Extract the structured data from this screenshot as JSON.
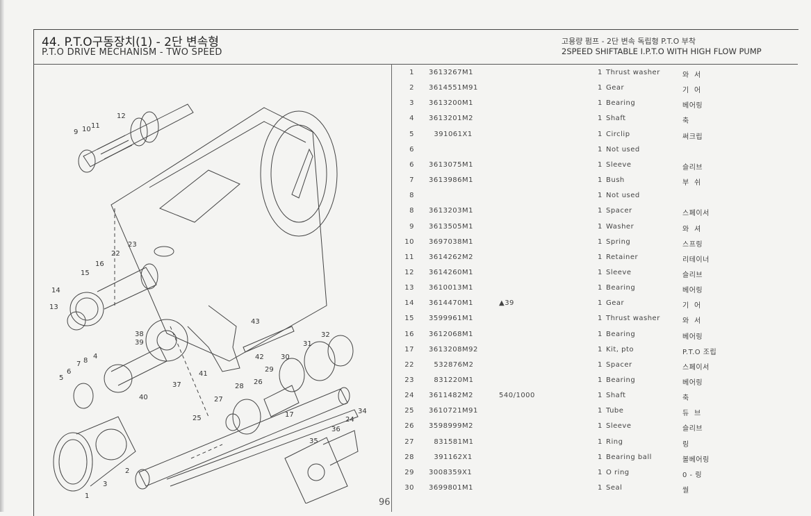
{
  "header": {
    "title_ko": "44. P.T.O구동장치(1) - 2단 변속형",
    "title_en": "P.T.O DRIVE MECHANISM - TWO SPEED",
    "subtitle_ko": "고용량 펌프 - 2단 변속 독립형 P.T.O 부착",
    "subtitle_en": "2SPEED SHIFTABLE I.P.T.O WITH HIGH FLOW PUMP"
  },
  "parts": [
    {
      "ref": "1",
      "part": "3613267M1",
      "note": "",
      "qty": "1",
      "desc": "Thrust washer",
      "kor": "와  서"
    },
    {
      "ref": "2",
      "part": "3614551M91",
      "note": "",
      "qty": "1",
      "desc": "Gear",
      "kor": "기  어"
    },
    {
      "ref": "3",
      "part": "3613200M1",
      "note": "",
      "qty": "1",
      "desc": "Bearing",
      "kor": "베어링"
    },
    {
      "ref": "4",
      "part": "3613201M2",
      "note": "",
      "qty": "1",
      "desc": "Shaft",
      "kor": "축"
    },
    {
      "ref": "5",
      "part": "  391061X1",
      "note": "",
      "qty": "1",
      "desc": "Circlip",
      "kor": "써크립"
    },
    {
      "ref": "6",
      "part": "",
      "note": "",
      "qty": "1",
      "desc": "Not used",
      "kor": ""
    },
    {
      "ref": "6",
      "part": "3613075M1",
      "note": "",
      "qty": "1",
      "desc": "Sleeve",
      "kor": "슬리브"
    },
    {
      "ref": "7",
      "part": "3613986M1",
      "note": "",
      "qty": "1",
      "desc": "Bush",
      "kor": "부  쉬"
    },
    {
      "ref": "8",
      "part": "",
      "note": "",
      "qty": "1",
      "desc": "Not used",
      "kor": ""
    },
    {
      "ref": "8",
      "part": "3613203M1",
      "note": "",
      "qty": "1",
      "desc": "Spacer",
      "kor": "스페이서"
    },
    {
      "ref": "9",
      "part": "3613505M1",
      "note": "",
      "qty": "1",
      "desc": "Washer",
      "kor": "와  셔"
    },
    {
      "ref": "10",
      "part": "3697038M1",
      "note": "",
      "qty": "1",
      "desc": "Spring",
      "kor": "스프링"
    },
    {
      "ref": "11",
      "part": "3614262M2",
      "note": "",
      "qty": "1",
      "desc": "Retainer",
      "kor": "리테이너"
    },
    {
      "ref": "12",
      "part": "3614260M1",
      "note": "",
      "qty": "1",
      "desc": "Sleeve",
      "kor": "슬리브"
    },
    {
      "ref": "13",
      "part": "3610013M1",
      "note": "",
      "qty": "1",
      "desc": "Bearing",
      "kor": "베어링"
    },
    {
      "ref": "14",
      "part": "3614470M1",
      "note": "▲39",
      "qty": "1",
      "desc": "Gear",
      "kor": "기  어"
    },
    {
      "ref": "15",
      "part": "3599961M1",
      "note": "",
      "qty": "1",
      "desc": "Thrust washer",
      "kor": "와  서"
    },
    {
      "ref": "16",
      "part": "3612068M1",
      "note": "",
      "qty": "1",
      "desc": "Bearing",
      "kor": "베어링"
    },
    {
      "ref": "17",
      "part": "3613208M92",
      "note": "",
      "qty": "1",
      "desc": "Kit, pto",
      "kor": "P.T.O 조립"
    },
    {
      "ref": "22",
      "part": "  532876M2",
      "note": "",
      "qty": "1",
      "desc": "Spacer",
      "kor": "스페이서"
    },
    {
      "ref": "23",
      "part": "  831220M1",
      "note": "",
      "qty": "1",
      "desc": "Bearing",
      "kor": "베어링"
    },
    {
      "ref": "24",
      "part": "3611482M2",
      "note": "540/1000",
      "qty": "1",
      "desc": "Shaft",
      "kor": "축"
    },
    {
      "ref": "25",
      "part": "3610721M91",
      "note": "",
      "qty": "1",
      "desc": "Tube",
      "kor": "듀  브"
    },
    {
      "ref": "26",
      "part": "3598999M2",
      "note": "",
      "qty": "1",
      "desc": "Sleeve",
      "kor": "슬리브"
    },
    {
      "ref": "27",
      "part": "  831581M1",
      "note": "",
      "qty": "1",
      "desc": "Ring",
      "kor": "링"
    },
    {
      "ref": "28",
      "part": "  391162X1",
      "note": "",
      "qty": "1",
      "desc": "Bearing ball",
      "kor": "볼베어링"
    },
    {
      "ref": "29",
      "part": "3008359X1",
      "note": "",
      "qty": "1",
      "desc": "O ring",
      "kor": "0 - 링"
    },
    {
      "ref": "30",
      "part": "3699801M1",
      "note": "",
      "qty": "1",
      "desc": "Seal",
      "kor": "씰"
    }
  ],
  "callouts": [
    "12",
    "9",
    "10",
    "11",
    "23",
    "22",
    "16",
    "15",
    "14",
    "13",
    "38",
    "39",
    "43",
    "31",
    "32",
    "30",
    "4",
    "8",
    "7",
    "6",
    "5",
    "37",
    "41",
    "42",
    "29",
    "26",
    "28",
    "27",
    "40",
    "17",
    "24",
    "34",
    "25",
    "36",
    "35",
    "2",
    "3",
    "1"
  ],
  "page_number": "96"
}
